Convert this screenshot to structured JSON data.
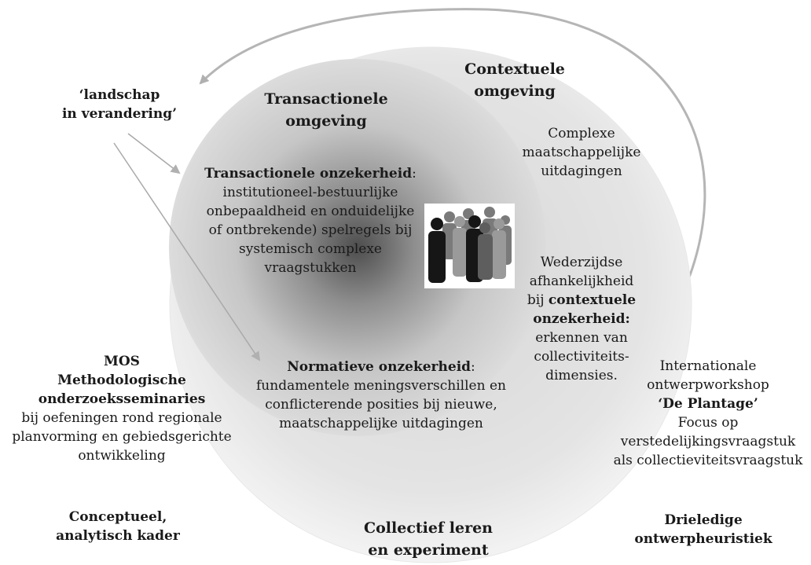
{
  "diagram": {
    "landschap": {
      "line1": "‘landschap",
      "line2": "in verandering’"
    },
    "transactionele_omgeving": {
      "line1": "Transactionele",
      "line2": "omgeving"
    },
    "contextuele_omgeving": {
      "line1": "Contextuele",
      "line2": "omgeving"
    },
    "complexe": {
      "line1": "Complexe",
      "line2": "maatschappelijke",
      "line3": "uitdagingen"
    },
    "transactionele_onzekerheid": {
      "title": "Transactionele onzekerheid",
      "suffix": ":",
      "line2": "institutioneel-bestuurlijke",
      "line3": "onbepaaldheid en onduidelijke",
      "line4": "of ontbrekende) spelregels bij",
      "line5": "systemisch complexe",
      "line6": "vraagstukken"
    },
    "wederzijdse": {
      "line1": "Wederzijdse",
      "line2": "afhankelijkheid",
      "line3_pre": "bij ",
      "line3_bold": "contextuele",
      "line4": "onzekerheid:",
      "line5": "erkennen van",
      "line6": "collectiviteits-",
      "line7": "dimensies."
    },
    "normatieve": {
      "title": "Normatieve onzekerheid",
      "suffix": ":",
      "line2": "fundamentele meningsverschillen en",
      "line3": "conflicterende posities bij nieuwe,",
      "line4": "maatschappelijke uitdagingen"
    },
    "mos": {
      "line1": "MOS",
      "line2": "Methodologische",
      "line3": "onderzoeksseminaries",
      "line4": "bij oefeningen rond regionale",
      "line5": "planvorming en gebiedsgerichte",
      "line6": "ontwikkeling"
    },
    "workshop": {
      "line1": "Internationale",
      "line2": "ontwerpworkshop",
      "line3": "‘De Plantage’",
      "line4": "Focus op",
      "line5": "verstedelijkingsvraagstuk",
      "line6": "als collectieviteitsvraagstuk"
    },
    "conceptueel": {
      "line1": "Conceptueel,",
      "line2": "analytisch kader"
    },
    "collectief": {
      "line1": "Collectief leren",
      "line2": "en experiment"
    },
    "drieledige": {
      "line1": "Drieledige",
      "line2": "ontwerpheuristiek"
    }
  }
}
